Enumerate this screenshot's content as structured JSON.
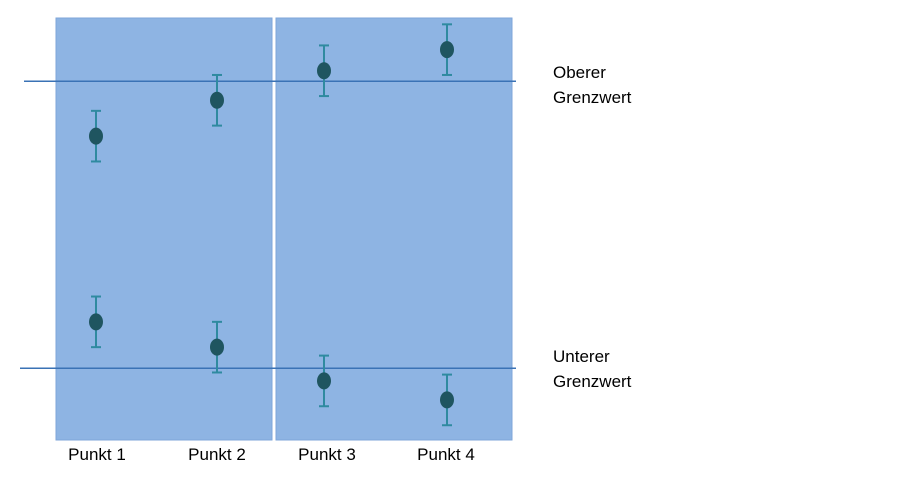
{
  "chart_data": {
    "type": "scatter",
    "title": "",
    "xlabel": "",
    "ylabel": "",
    "categories": [
      "Punkt 1",
      "Punkt 2",
      "Punkt 3",
      "Punkt 4"
    ],
    "limits": [
      {
        "label_line1": "Oberer",
        "label_line2": "Grenzwert",
        "value": 0.85
      },
      {
        "label_line1": "Unterer",
        "label_line2": "Grenzwert",
        "value": 0.17
      }
    ],
    "series": [
      {
        "points": [
          {
            "category": "Punkt 1",
            "y": 0.72,
            "err": 0.06
          },
          {
            "category": "Punkt 2",
            "y": 0.805,
            "err": 0.06
          },
          {
            "category": "Punkt 3",
            "y": 0.875,
            "err": 0.06
          },
          {
            "category": "Punkt 4",
            "y": 0.925,
            "err": 0.06
          }
        ]
      },
      {
        "points": [
          {
            "category": "Punkt 1",
            "y": 0.28,
            "err": 0.06
          },
          {
            "category": "Punkt 2",
            "y": 0.22,
            "err": 0.06
          },
          {
            "category": "Punkt 3",
            "y": 0.14,
            "err": 0.06
          },
          {
            "category": "Punkt 4",
            "y": 0.095,
            "err": 0.06
          }
        ]
      }
    ],
    "groups": [
      {
        "categories": [
          "Punkt 1",
          "Punkt 2"
        ]
      },
      {
        "categories": [
          "Punkt 3",
          "Punkt 4"
        ]
      }
    ],
    "ylim": [
      0,
      1
    ],
    "grid": false,
    "colors": {
      "panel": "#8eb4e3",
      "panel_edge": "#7fa6d8",
      "marker": "#1f5560",
      "errorbar": "#2f8aa0",
      "limit_line": "#3a72b5"
    }
  }
}
